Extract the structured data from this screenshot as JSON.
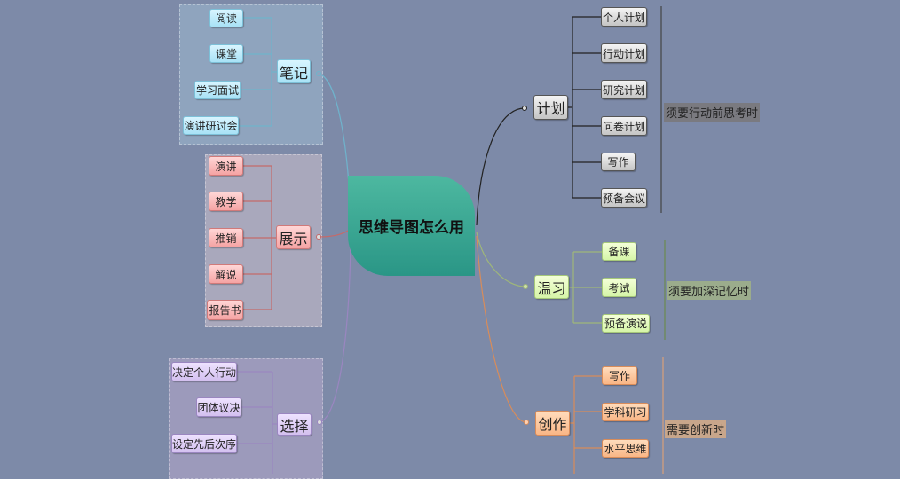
{
  "center": "思维导图怎么用",
  "left": [
    {
      "label": "笔记",
      "children": [
        "阅读",
        "课堂",
        "学习面试",
        "演讲研讨会"
      ],
      "color": "#7cc0d8"
    },
    {
      "label": "展示",
      "children": [
        "演讲",
        "教学",
        "推销",
        "解说",
        "报告书"
      ],
      "color": "#d07a7a"
    },
    {
      "label": "选择",
      "children": [
        "决定个人行动",
        "团体议决",
        "设定先后次序"
      ],
      "color": "#9a86c0"
    }
  ],
  "right": [
    {
      "label": "计划",
      "children": [
        "个人计划",
        "行动计划",
        "研究计划",
        "问卷计划",
        "写作",
        "预备会议"
      ],
      "summary": "须要行动前思考时",
      "color": "#222222"
    },
    {
      "label": "温习",
      "children": [
        "备课",
        "考试",
        "预备演说"
      ],
      "summary": "须要加深记忆时",
      "color": "#a6c87a"
    },
    {
      "label": "创作",
      "children": [
        "写作",
        "学科研习",
        "水平思维"
      ],
      "summary": "需要创新时",
      "color": "#d88c5a"
    }
  ]
}
